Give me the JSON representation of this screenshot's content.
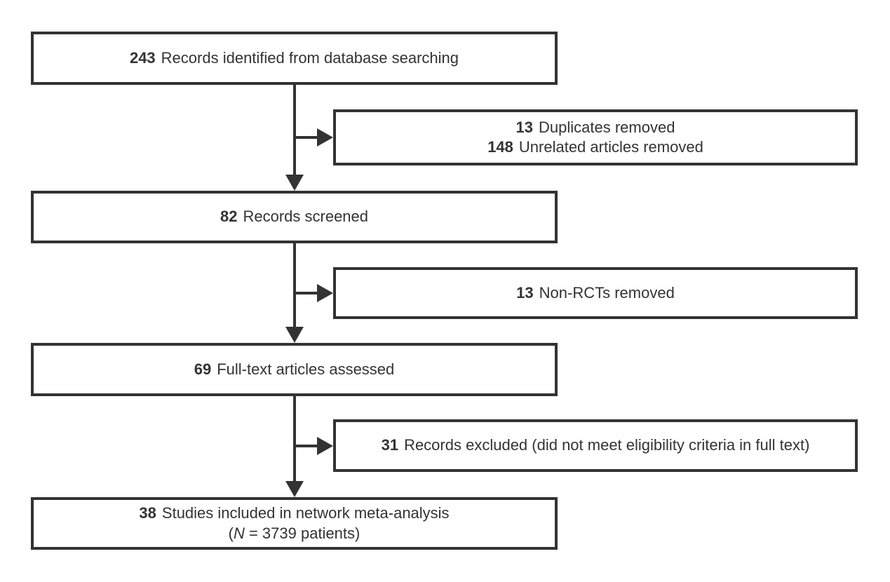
{
  "diagram": {
    "type": "flowchart",
    "colors": {
      "line": "#333333",
      "text": "#333333",
      "box_background": "#ffffff",
      "page_background": "#ffffff"
    },
    "main_boxes": [
      {
        "count": "243",
        "label": "Records identified from database searching"
      },
      {
        "count": "82",
        "label": "Records screened"
      },
      {
        "count": "69",
        "label": "Full-text articles assessed"
      },
      {
        "count": "38",
        "label": "Studies included in network meta-analysis",
        "subline": {
          "open_paren": "(",
          "n_symbol": "N",
          "rest": " = 3739 patients)"
        }
      }
    ],
    "side_boxes": [
      {
        "lines": [
          {
            "count": "13",
            "label": "Duplicates removed"
          },
          {
            "count": "148",
            "label": "Unrelated articles removed"
          }
        ]
      },
      {
        "lines": [
          {
            "count": "13",
            "label": "Non-RCTs removed"
          }
        ]
      },
      {
        "lines": [
          {
            "count": "31",
            "label": "Records excluded (did not meet eligibility criteria in full text)"
          }
        ]
      }
    ]
  }
}
